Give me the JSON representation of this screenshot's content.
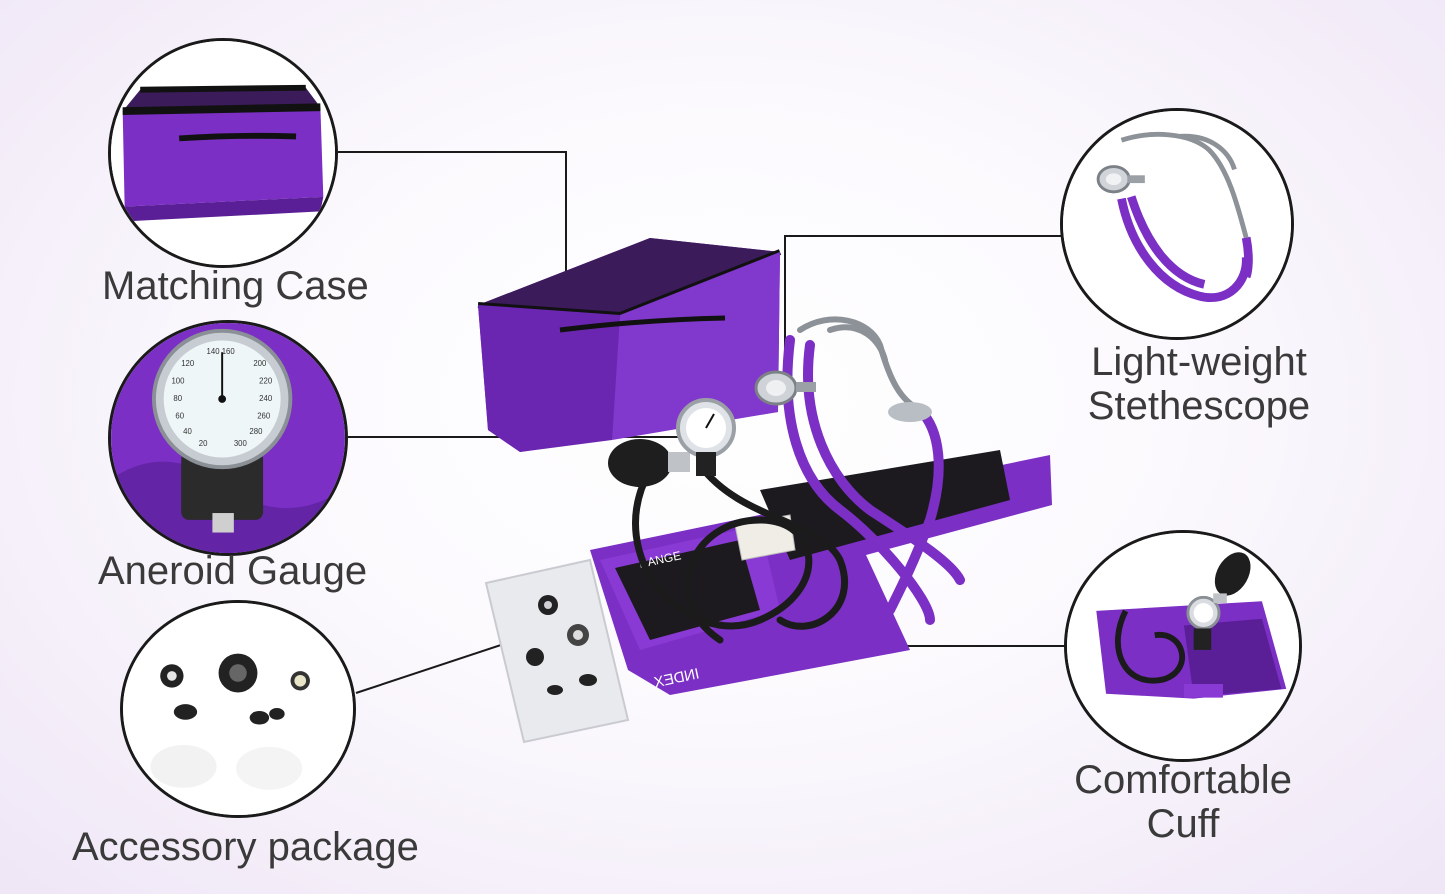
{
  "colors": {
    "accent_purple": "#7b2fc4",
    "dark_purple": "#5a1e96",
    "outline": "#1a1a1a",
    "label_text": "#3a3a3a"
  },
  "features": {
    "matching_case": {
      "label": "Matching Case",
      "icon": "case-icon"
    },
    "aneroid_gauge": {
      "label": "Aneroid Gauge",
      "icon": "gauge-icon"
    },
    "accessory_package": {
      "label": "Accessory package",
      "icon": "accessory-icon"
    },
    "stethoscope": {
      "line1": "Light-weight",
      "line2": "Stethescope",
      "icon": "stethoscope-icon"
    },
    "cuff": {
      "line1": "Comfortable",
      "line2": "Cuff",
      "icon": "cuff-icon"
    }
  },
  "product_text": {
    "cuff_index": "INDEX",
    "cuff_range": "RANGE"
  }
}
